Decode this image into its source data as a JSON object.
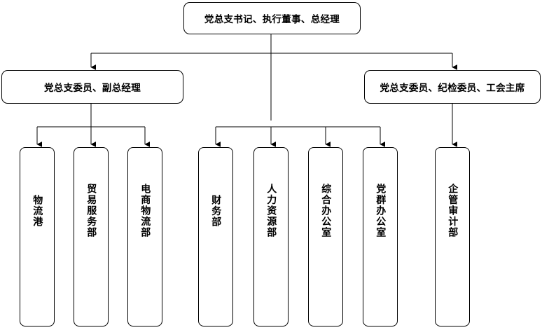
{
  "chart_data": {
    "type": "diagram",
    "subtype": "organization-chart",
    "title": "",
    "orientation": "top-down",
    "levels": 3,
    "node_count": 11,
    "nodes": [
      {
        "id": "top",
        "level": 1,
        "label": "党总支书记、执行董事、总经理",
        "text_orientation": "horizontal"
      },
      {
        "id": "deputy-gm",
        "level": 2,
        "label": "党总支委员、副总经理",
        "text_orientation": "horizontal"
      },
      {
        "id": "discipline",
        "level": 2,
        "label": "党总支委员、纪检委员、工会主席",
        "text_orientation": "horizontal"
      },
      {
        "id": "logistics-port",
        "level": 3,
        "label": "物流港",
        "text_orientation": "vertical"
      },
      {
        "id": "trade-service",
        "level": 3,
        "label": "贸易服务部",
        "text_orientation": "vertical"
      },
      {
        "id": "ecommerce-logistics",
        "level": 3,
        "label": "电商物流部",
        "text_orientation": "vertical"
      },
      {
        "id": "finance",
        "level": 3,
        "label": "财务部",
        "text_orientation": "vertical"
      },
      {
        "id": "human-resources",
        "level": 3,
        "label": "人力资源部",
        "text_orientation": "vertical"
      },
      {
        "id": "general-office",
        "level": 3,
        "label": "综合办公室",
        "text_orientation": "vertical"
      },
      {
        "id": "party-office",
        "level": 3,
        "label": "党群办公室",
        "text_orientation": "vertical"
      },
      {
        "id": "audit",
        "level": 3,
        "label": "企管审计部",
        "text_orientation": "vertical"
      }
    ],
    "edges": [
      {
        "from": "top",
        "to": "deputy-gm"
      },
      {
        "from": "top",
        "to": "discipline"
      },
      {
        "from": "top",
        "to": "human-resources"
      },
      {
        "from": "deputy-gm",
        "to": "logistics-port"
      },
      {
        "from": "deputy-gm",
        "to": "trade-service"
      },
      {
        "from": "deputy-gm",
        "to": "ecommerce-logistics"
      },
      {
        "from": "top",
        "to": "finance"
      },
      {
        "from": "top",
        "to": "general-office"
      },
      {
        "from": "top",
        "to": "party-office"
      },
      {
        "from": "discipline",
        "to": "audit"
      }
    ],
    "colors": {
      "background": "#ffffff",
      "node_fill": "#ffffff",
      "node_stroke": "#000000",
      "connector": "#000000",
      "text": "#000000"
    }
  },
  "diagram": {
    "top": {
      "label": "党总支书记、执行董事、总经理"
    },
    "level2": {
      "left": {
        "label": "党总支委员、副总经理"
      },
      "right": {
        "label": "党总支委员、纪检委员、工会主席"
      }
    },
    "departments": [
      {
        "label": "物流港"
      },
      {
        "label": "贸易服务部"
      },
      {
        "label": "电商物流部"
      },
      {
        "label": "财务部"
      },
      {
        "label": "人力资源部"
      },
      {
        "label": "综合办公室"
      },
      {
        "label": "党群办公室"
      },
      {
        "label": "企管审计部"
      }
    ]
  }
}
